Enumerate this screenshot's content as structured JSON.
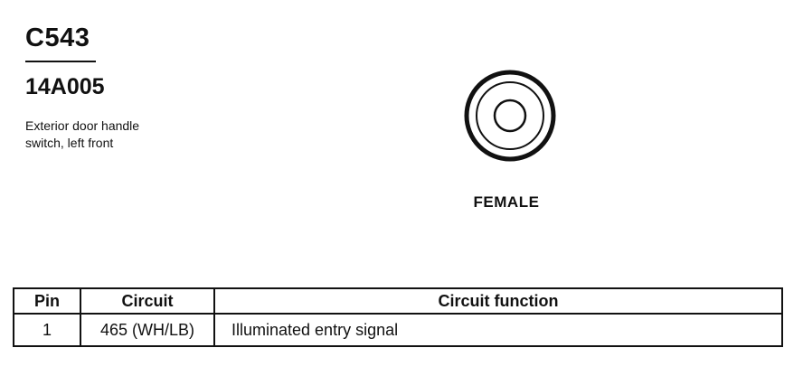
{
  "connector": {
    "id": "C543",
    "part_number": "14A005",
    "description_line1": "Exterior door handle",
    "description_line2": "switch, left front",
    "gender": "FEMALE"
  },
  "pin_table": {
    "headers": {
      "pin": "Pin",
      "circuit": "Circuit",
      "function": "Circuit function"
    },
    "rows": [
      {
        "pin": "1",
        "circuit": "465 (WH/LB)",
        "function": "Illuminated entry signal"
      }
    ]
  }
}
